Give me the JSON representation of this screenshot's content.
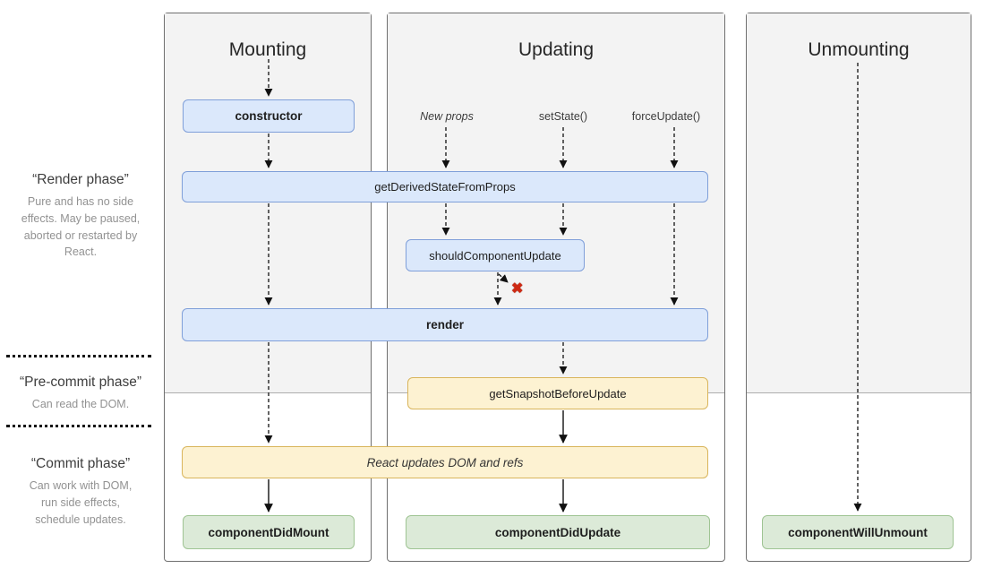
{
  "columns": {
    "mounting": {
      "title": "Mounting"
    },
    "updating": {
      "title": "Updating"
    },
    "unmounting": {
      "title": "Unmounting"
    }
  },
  "phases": {
    "render": {
      "title": "“Render phase”",
      "description": "Pure and has no side effects. May be paused, aborted or restarted by React."
    },
    "pre_commit": {
      "title": "“Pre-commit phase”",
      "description": "Can read the DOM."
    },
    "commit": {
      "title": "“Commit phase”",
      "description": "Can work with DOM, run side effects, schedule updates."
    }
  },
  "triggers": {
    "new_props": "New props",
    "set_state": "setState()",
    "force_update": "forceUpdate()"
  },
  "nodes": {
    "constructor": "constructor",
    "get_derived_state_from_props": "getDerivedStateFromProps",
    "should_component_update": "shouldComponentUpdate",
    "render": "render",
    "get_snapshot_before_update": "getSnapshotBeforeUpdate",
    "react_updates_dom": "React updates DOM and refs",
    "component_did_mount": "componentDidMount",
    "component_did_update": "componentDidUpdate",
    "component_will_unmount": "componentWillUnmount"
  },
  "symbols": {
    "cancel_x": "✖"
  },
  "colors": {
    "column_background": "#f3f3f3",
    "column_border": "#6f6f6f",
    "blue_fill": "#dbe8fb",
    "blue_border": "#7f9fd9",
    "yellow_fill": "#fdf2d2",
    "yellow_border": "#d9b55c",
    "green_fill": "#dcead8",
    "green_border": "#9fc493",
    "arrow": "#111111",
    "stop_x": "#ce2913"
  }
}
